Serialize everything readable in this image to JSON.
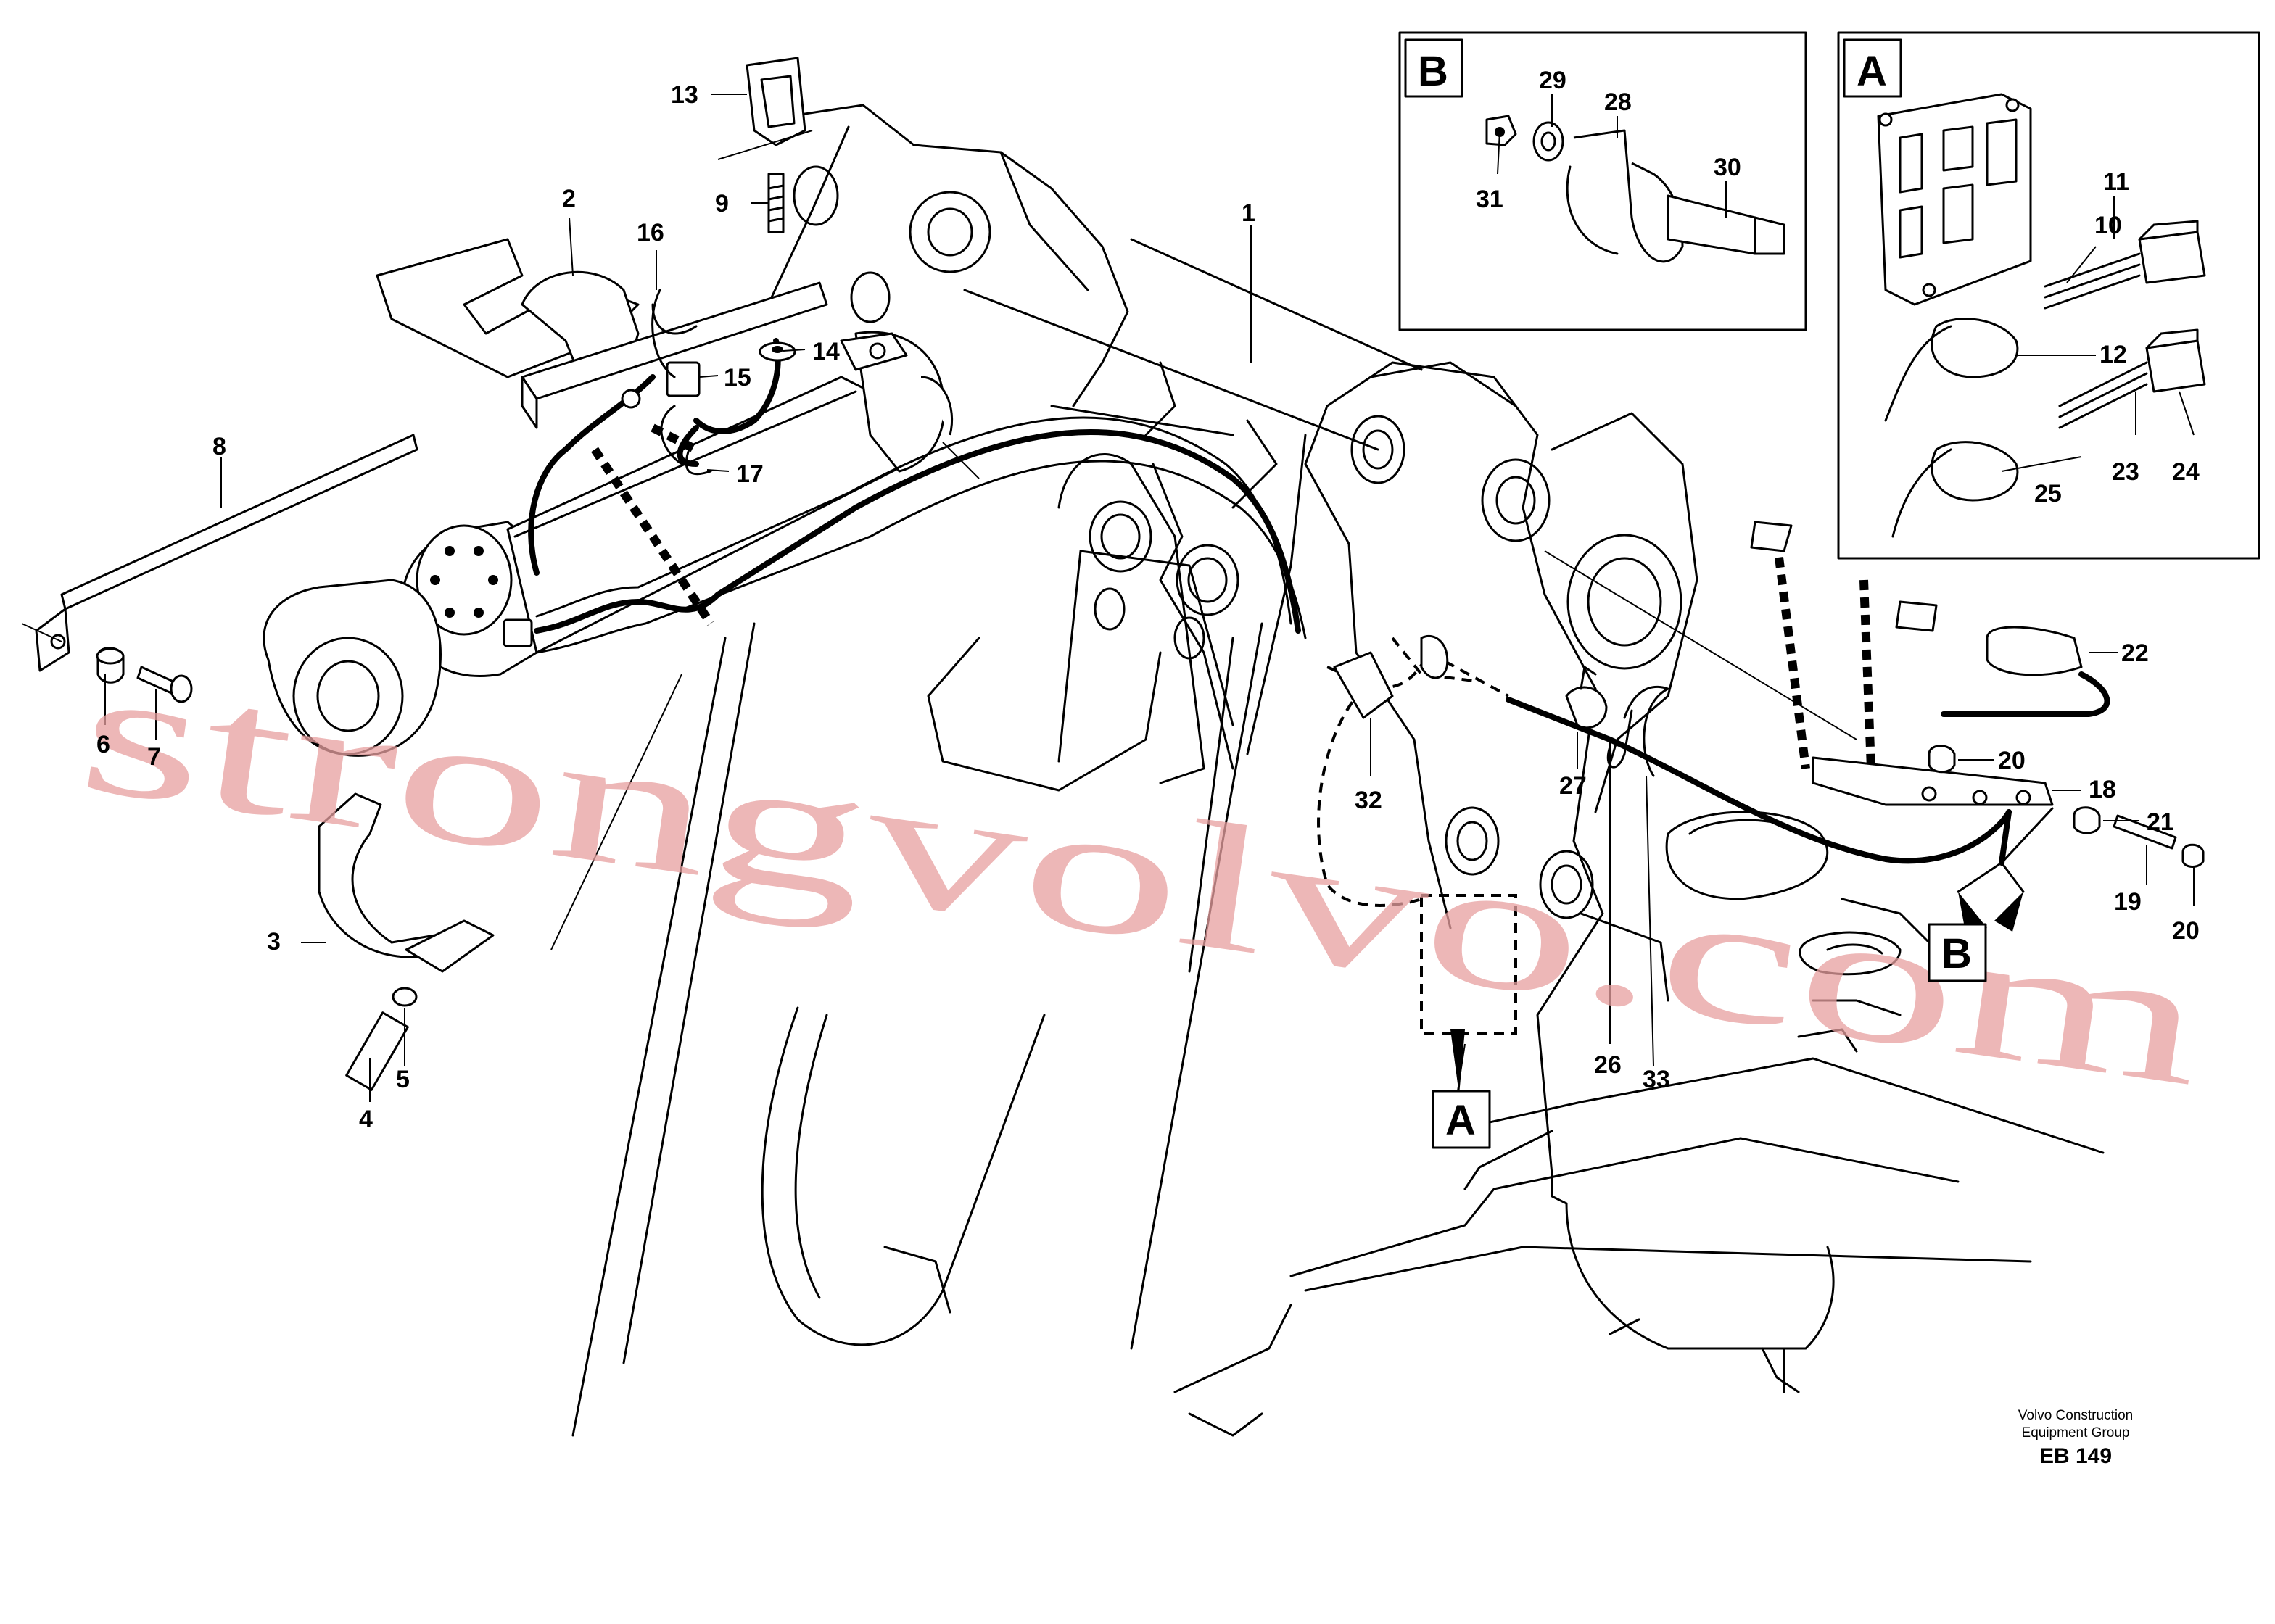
{
  "callouts": {
    "n1": "1",
    "n2": "2",
    "n3": "3",
    "n4": "4",
    "n5": "5",
    "n6": "6",
    "n7": "7",
    "n8": "8",
    "n9": "9",
    "n10": "10",
    "n11": "11",
    "n12": "12",
    "n13": "13",
    "n14": "14",
    "n15": "15",
    "n16": "16",
    "n17": "17",
    "n18": "18",
    "n19": "19",
    "n20": "20",
    "n21": "21",
    "n22": "22",
    "n23": "23",
    "n24": "24",
    "n25": "25",
    "n26": "26",
    "n27": "27",
    "n28": "28",
    "n29": "29",
    "n30": "30",
    "n31": "31",
    "n32": "32",
    "n33": "33"
  },
  "detail_tags": {
    "a": "A",
    "b": "B"
  },
  "footer": {
    "line1": "Volvo Construction",
    "line2": "Equipment Group",
    "code": "EB 149"
  },
  "watermark": "strongvolvo.com",
  "colors": {
    "watermark": "#e8a0a0",
    "line": "#000000",
    "background": "#ffffff"
  }
}
